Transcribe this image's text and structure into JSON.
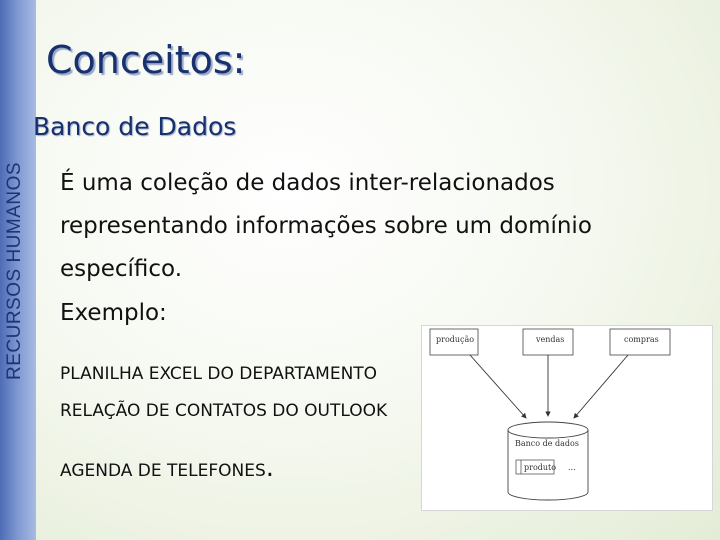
{
  "sidebar": {
    "text": "RECURSOS HUMANOS"
  },
  "slide": {
    "title": "Conceitos:",
    "subtitle": "Banco de Dados",
    "definition": "É uma coleção de dados inter-relacionados representando informações sobre um domínio específico.",
    "example_label": "Exemplo:",
    "examples": [
      "PLANILHA EXCEL DO DEPARTAMENTO",
      "RELAÇÃO DE CONTATOS DO OUTLOOK",
      "AGENDA DE TELEFONES"
    ],
    "final_mark": "."
  },
  "diagram": {
    "boxes": [
      "produção",
      "vendas",
      "compras"
    ],
    "db_label": "Banco de dados",
    "table_label": "produto",
    "ellipsis": "..."
  },
  "colors": {
    "title": "#17306e",
    "sidebar": "#4d6cb3"
  }
}
